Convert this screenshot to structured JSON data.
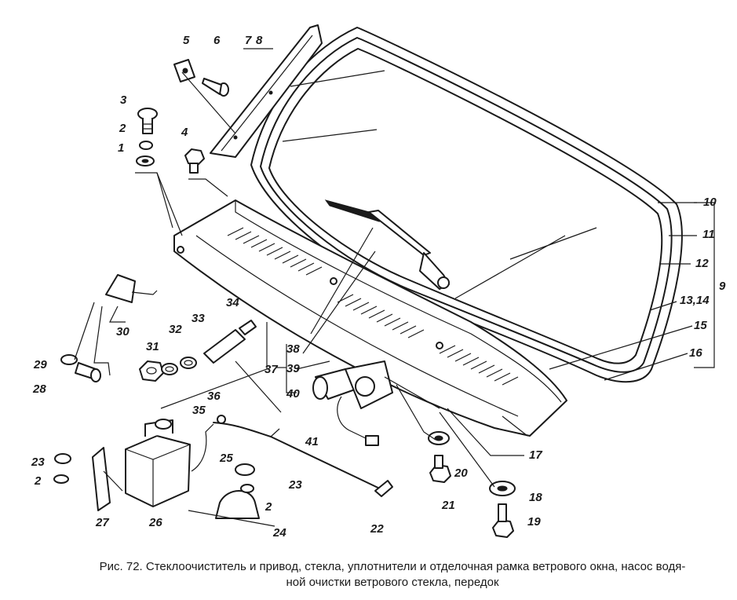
{
  "caption": {
    "line1": "Рис. 72. Стеклоочиститель и привод, стекла, уплотнители и отделочная рамка ветрового окна, насос водя-",
    "line2": "ной очистки ветрового стекла, передок"
  },
  "callouts": [
    "1",
    "2",
    "2",
    "2",
    "3",
    "4",
    "5",
    "6",
    "7",
    "8",
    "9",
    "10",
    "11",
    "12",
    "13,14",
    "15",
    "16",
    "17",
    "18",
    "19",
    "20",
    "21",
    "22",
    "23",
    "23",
    "24",
    "25",
    "26",
    "27",
    "28",
    "29",
    "30",
    "31",
    "32",
    "33",
    "34",
    "35",
    "36",
    "37",
    "38",
    "39",
    "40",
    "41"
  ]
}
